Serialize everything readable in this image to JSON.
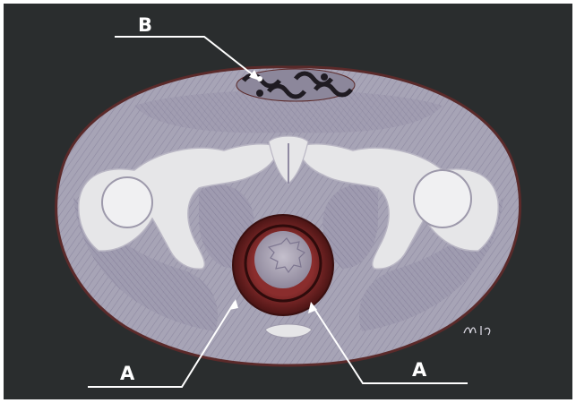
{
  "labels": {
    "top": "B",
    "bottom_left": "A",
    "bottom_right": "A"
  },
  "colors": {
    "background": "#2a2d2e",
    "frame": "#ffffff",
    "body_fill": "#a7a4b6",
    "outline": "#5b2a2a",
    "bone": "#e6e6e8",
    "rectum_wall": "#6a1f1f",
    "lumen": "#b4aebd",
    "label_lines": "#ffffff"
  }
}
